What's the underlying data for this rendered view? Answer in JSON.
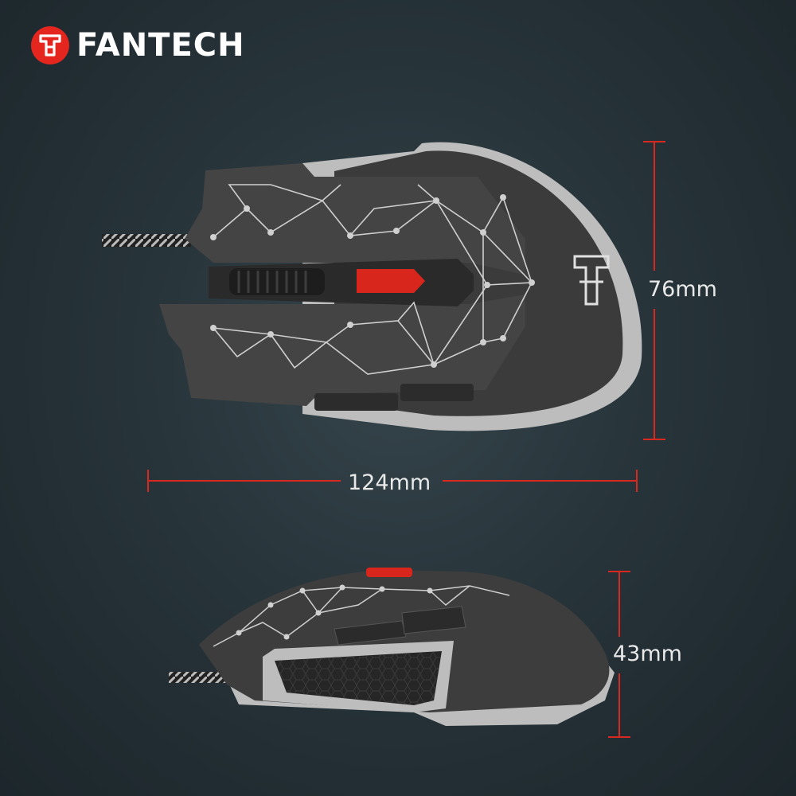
{
  "brand": {
    "name": "FANTECH",
    "logo_icon": "fantech-shield-logo-icon",
    "accent_color": "#e4261f"
  },
  "dimensions": {
    "width": "76mm",
    "length": "124mm",
    "height": "43mm",
    "line_color": "#d8281f"
  },
  "product": {
    "top_view_icon": "mouse-top-view",
    "side_view_icon": "mouse-side-view",
    "dpi_button_color": "#d9261c"
  }
}
